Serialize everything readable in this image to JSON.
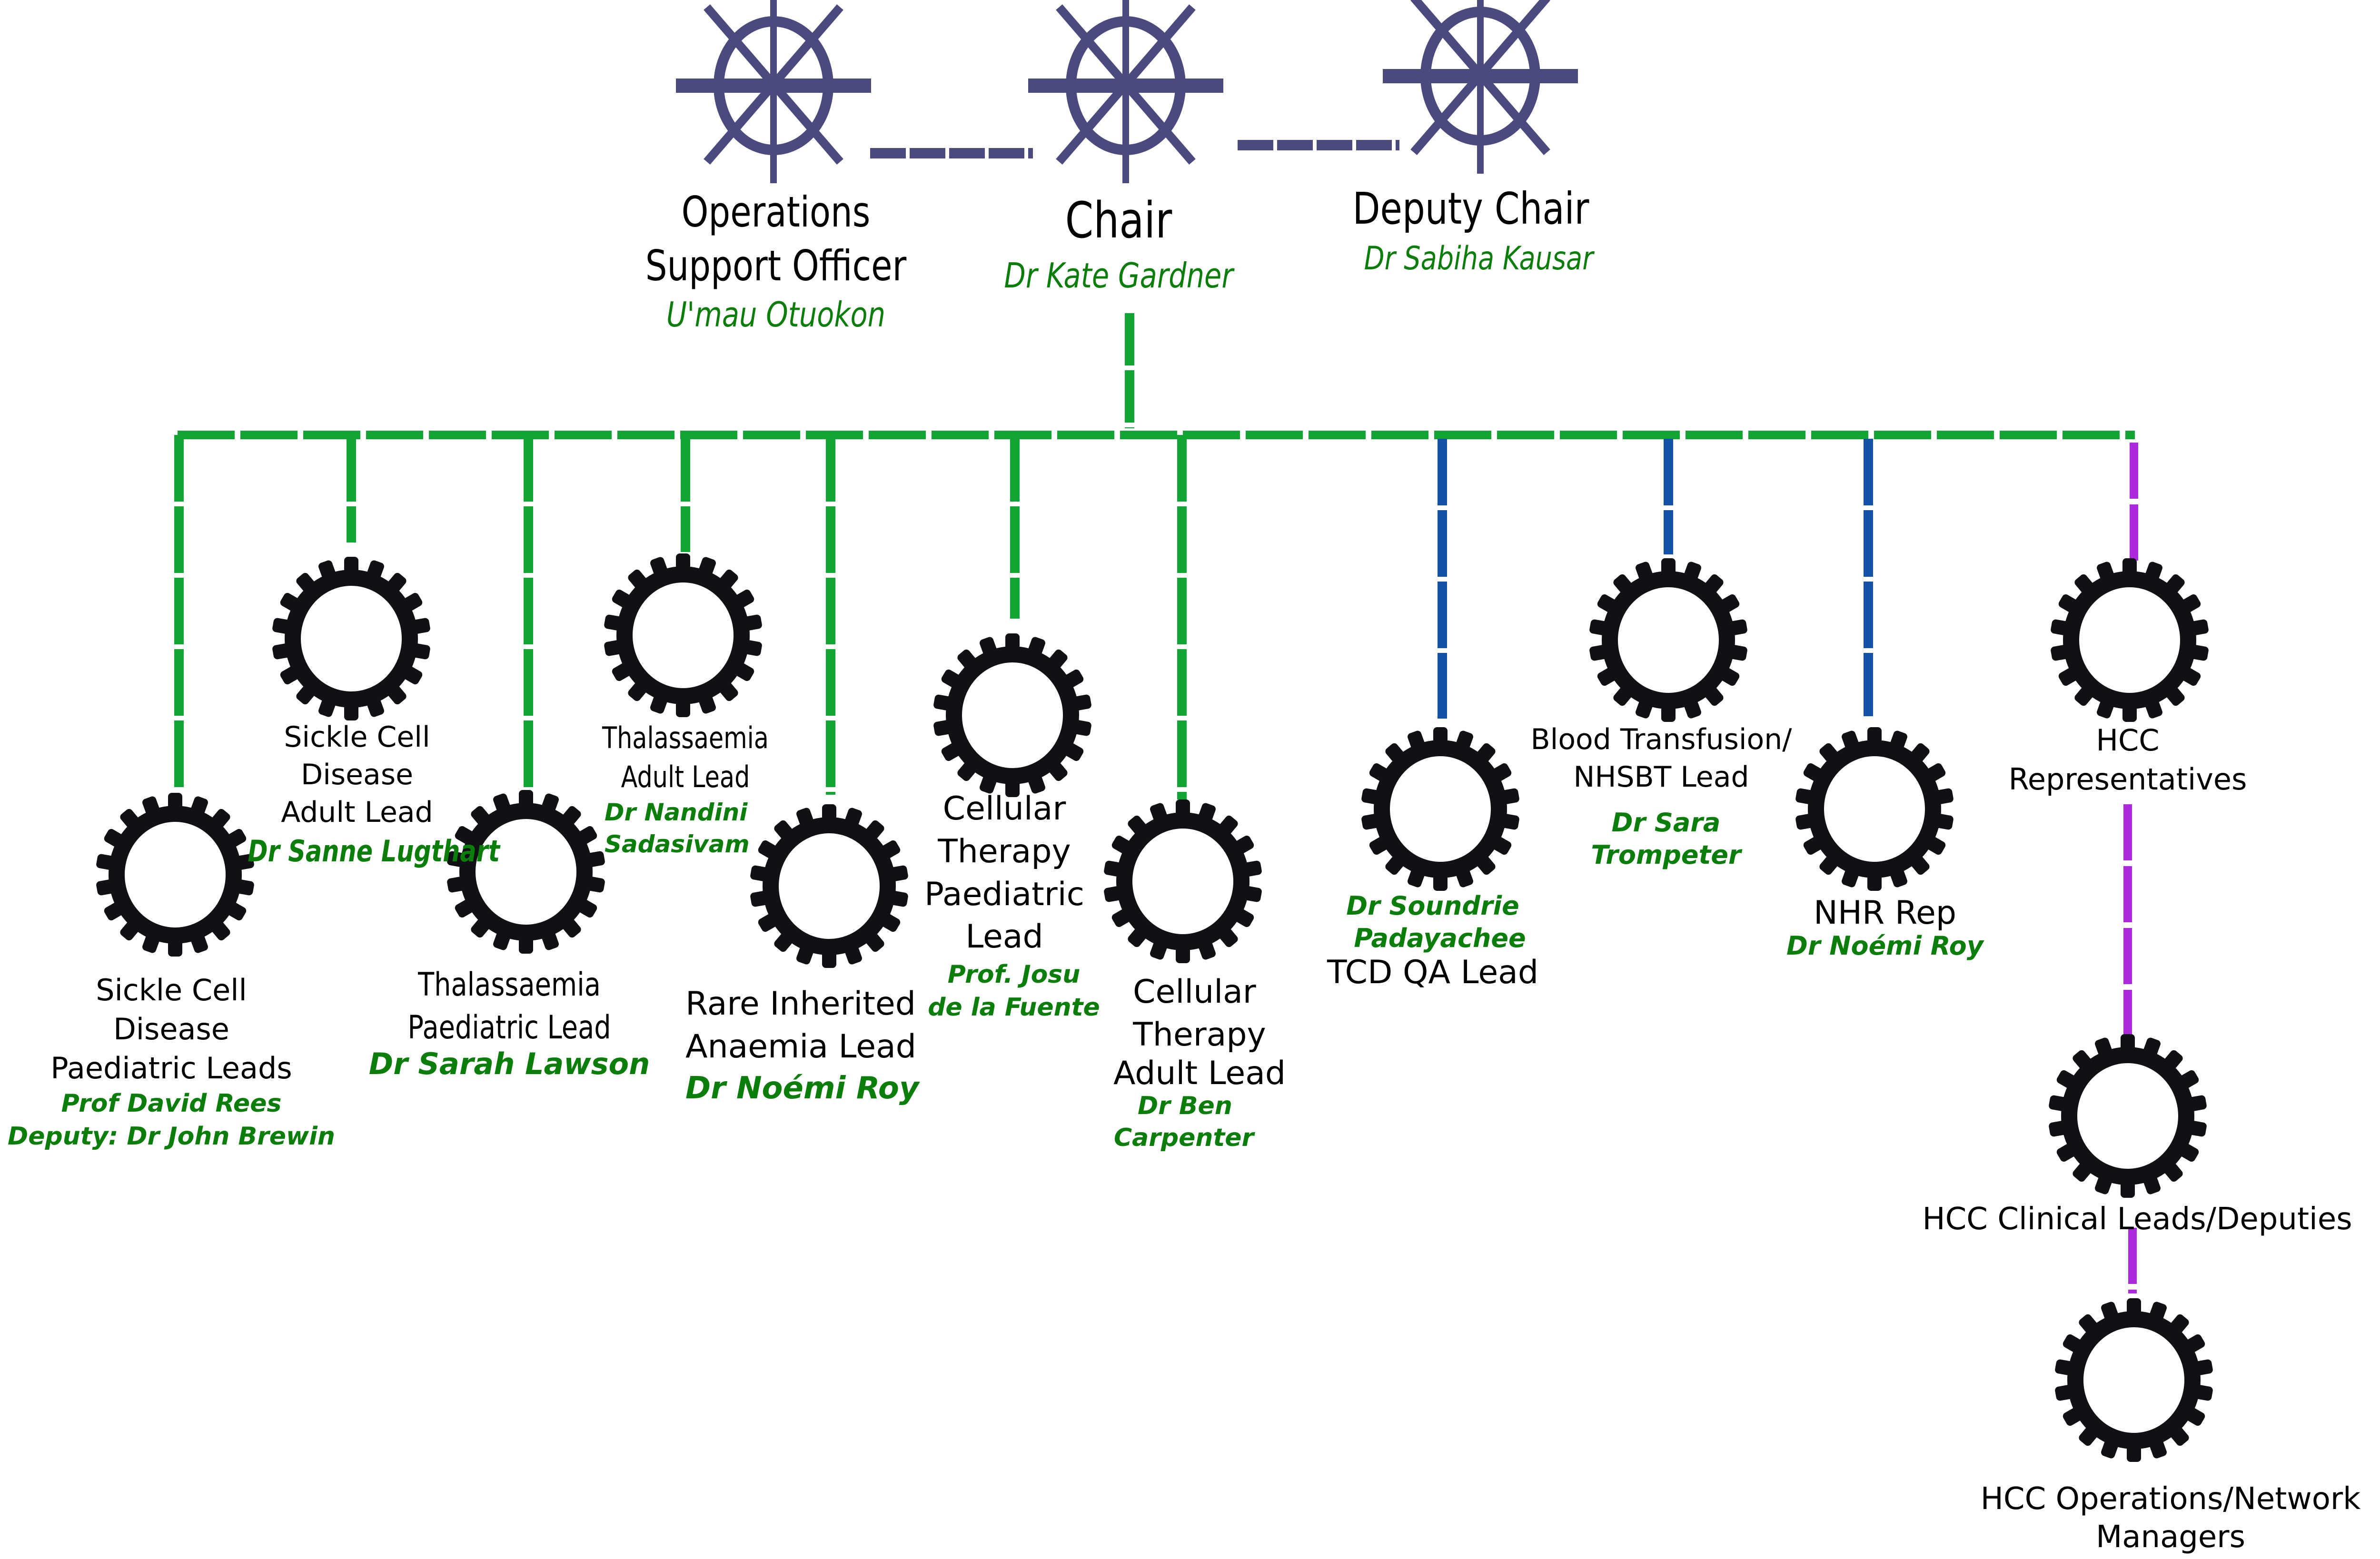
{
  "colors": {
    "wheel": "#4b4a7e",
    "gear": "#111115",
    "green_line": "#12a533",
    "blue_line": "#1352a6",
    "purple_line": "#ad29db",
    "name_text": "#0b7d0b"
  },
  "leadership": {
    "ops_officer": {
      "title_lines": [
        "Operations",
        "Support Officer"
      ],
      "name": "U'mau Otuokon",
      "icon": "ship-wheel-icon"
    },
    "chair": {
      "title": "Chair",
      "name": "Dr Kate Gardner",
      "icon": "ship-wheel-icon"
    },
    "deputy_chair": {
      "title": "Deputy Chair",
      "name": "Dr Sabiha Kausar",
      "icon": "ship-wheel-icon"
    }
  },
  "leads": [
    {
      "title_lines": [
        "Sickle Cell",
        "Disease",
        "Paediatric Leads"
      ],
      "names": [
        "Prof David Rees",
        "Deputy: Dr John Brewin"
      ],
      "connector": "green"
    },
    {
      "title_lines": [
        "Sickle Cell",
        "Disease",
        "Adult Lead"
      ],
      "names": [
        "Dr Sanne Lugthart"
      ],
      "connector": "green"
    },
    {
      "title_lines": [
        "Thalassaemia",
        "Paediatric Lead"
      ],
      "names": [
        "Dr Sarah Lawson"
      ],
      "connector": "green"
    },
    {
      "title_lines": [
        "Thalassaemia",
        "Adult Lead"
      ],
      "names": [
        "Dr Nandini",
        "Sadasivam"
      ],
      "connector": "green"
    },
    {
      "title_lines": [
        "Rare Inherited",
        "Anaemia Lead"
      ],
      "names": [
        "Dr Noémi Roy"
      ],
      "connector": "green"
    },
    {
      "title_lines": [
        "Cellular",
        "Therapy",
        "Paediatric",
        "Lead"
      ],
      "names": [
        "Prof. Josu",
        "de la Fuente"
      ],
      "connector": "green"
    },
    {
      "title_lines": [
        "Cellular",
        "Therapy",
        "Adult Lead"
      ],
      "names": [
        "Dr Ben",
        "Carpenter"
      ],
      "connector": "green"
    },
    {
      "title_lines": [
        "TCD QA Lead"
      ],
      "names": [
        "Dr Soundrie",
        "Padayachee"
      ],
      "connector": "blue"
    },
    {
      "title_lines": [
        "Blood Transfusion/",
        "NHSBT Lead"
      ],
      "names": [
        "Dr Sara",
        "Trompeter"
      ],
      "connector": "blue"
    },
    {
      "title_lines": [
        "NHR Rep"
      ],
      "names": [
        "Dr Noémi Roy"
      ],
      "connector": "blue"
    },
    {
      "title_lines": [
        "HCC",
        "Representatives"
      ],
      "names": [],
      "connector": "purple"
    }
  ],
  "hcc_chain": [
    {
      "title_lines": [
        "HCC Clinical Leads/Deputies"
      ]
    },
    {
      "title_lines": [
        "HCC Operations/Network",
        "Managers"
      ]
    }
  ]
}
